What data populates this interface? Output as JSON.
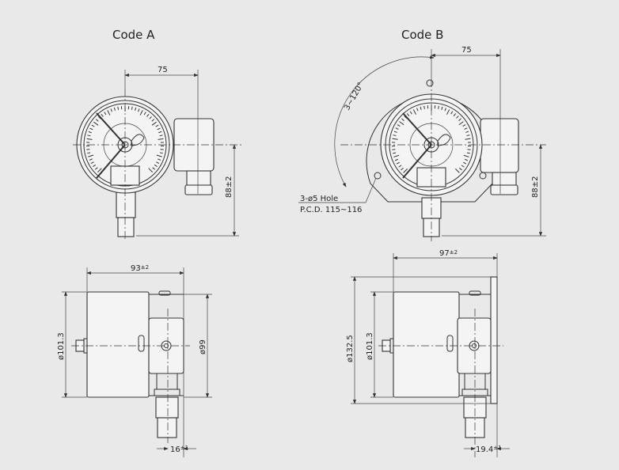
{
  "titles": {
    "code_a": "Code A",
    "code_b": "Code B"
  },
  "code_a_front": {
    "width_dim": "75",
    "height_dim": "88±2"
  },
  "code_b_front": {
    "width_dim": "75",
    "height_dim": "88±2",
    "angle": "3~120°",
    "hole": "3-ø5 Hole",
    "pcd": "P.C.D. 115~116"
  },
  "code_a_side": {
    "length_dim": "93",
    "length_tol": "±2",
    "dia_case": "ø101.3",
    "dia_back": "ø99",
    "thread_dim": "16",
    "thread_tol": "±1"
  },
  "code_b_side": {
    "length_dim": "97",
    "length_tol": "±2",
    "dia_flange": "ø132.5",
    "dia_case": "ø101.3",
    "thread_dim": "19.4",
    "thread_tol": "±1"
  },
  "colors": {
    "background": "#e9e9e9",
    "line": "#333333"
  }
}
